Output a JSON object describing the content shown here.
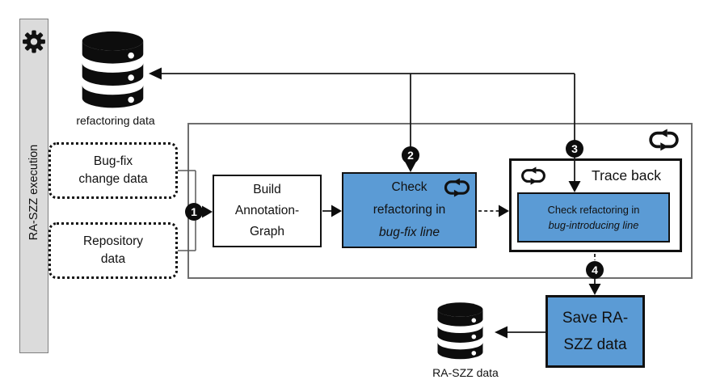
{
  "sidebar": {
    "label": "RA-SZZ execution"
  },
  "datastores": {
    "refactoring": {
      "label": "refactoring data"
    },
    "raszz": {
      "label": "RA-SZZ data"
    }
  },
  "inputs": {
    "bugfix_change": {
      "line1": "Bug-fix",
      "line2": "change data"
    },
    "repository": {
      "line1": "Repository",
      "line2": "data"
    }
  },
  "process": {
    "build": {
      "line1": "Build",
      "line2": "Annotation-",
      "line3": "Graph"
    },
    "check_bugfix": {
      "line1": "Check",
      "line2": "refactoring in",
      "line3": "bug-fix line"
    },
    "traceback": {
      "title": "Trace back",
      "check_line1": "Check refactoring in",
      "check_line2": "bug-introducing line"
    },
    "save": {
      "line1": "Save RA-",
      "line2": "SZZ data"
    }
  },
  "markers": {
    "step1": "1",
    "step2": "2",
    "step3": "3",
    "step4": "4"
  },
  "icons": {
    "sidebar": "gear-icon",
    "loop": "loop-arrows-icon",
    "datastore": "database-icon"
  },
  "colors": {
    "accent_blue": "#5B9BD5",
    "sidebar_gray": "#DBDBDB",
    "container_gray": "#6e6e6e",
    "line_black": "#111111"
  }
}
